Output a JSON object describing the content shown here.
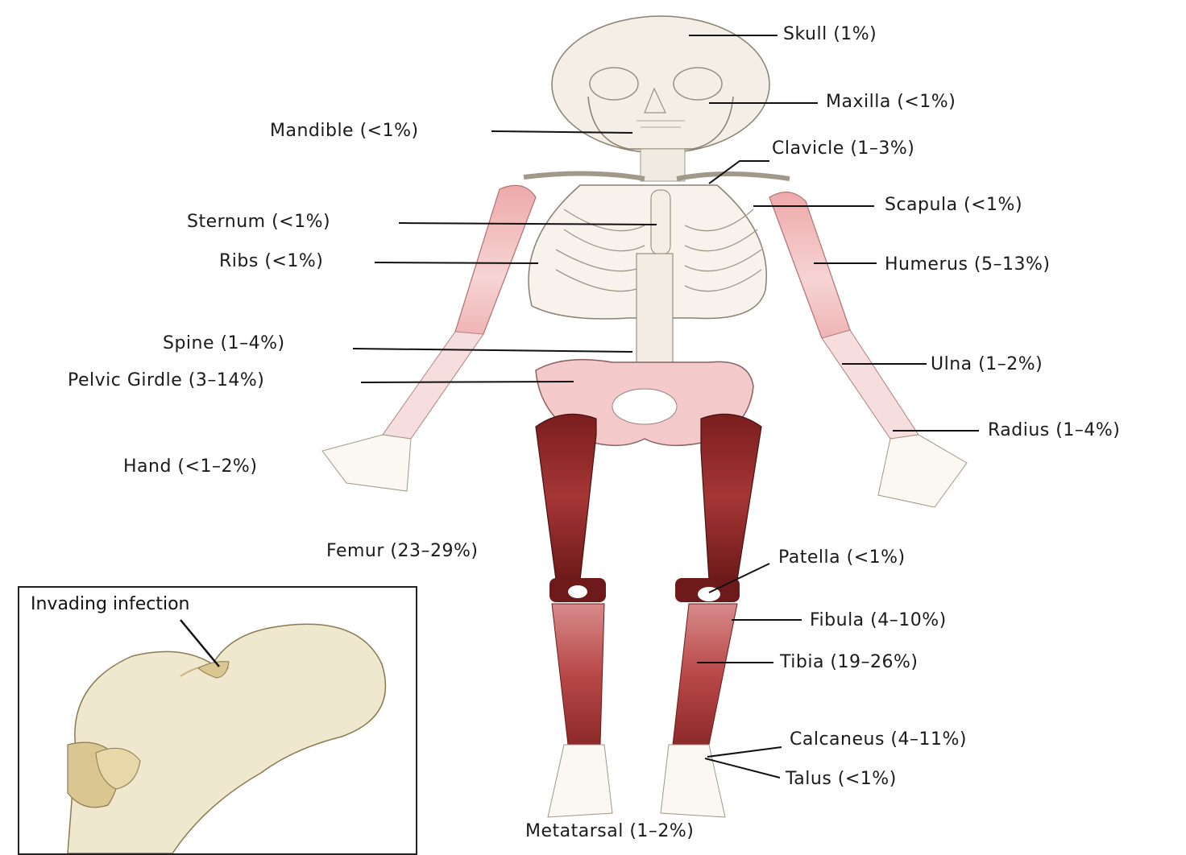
{
  "labels": {
    "skull": "Skull (1%)",
    "maxilla": "Maxilla (<1%)",
    "mandible": "Mandible (<1%)",
    "clavicle": "Clavicle (1–3%)",
    "scapula": "Scapula (<1%)",
    "sternum": "Sternum (<1%)",
    "ribs": "Ribs (<1%)",
    "humerus": "Humerus (5–13%)",
    "spine": "Spine (1–4%)",
    "ulna": "Ulna (1–2%)",
    "pelvic_girdle": "Pelvic Girdle (3–14%)",
    "radius": "Radius (1–4%)",
    "hand": "Hand (<1–2%)",
    "femur": "Femur (23–29%)",
    "patella": "Patella (<1%)",
    "fibula": "Fibula (4–10%)",
    "tibia": "Tibia (19–26%)",
    "calcaneus": "Calcaneus (4–11%)",
    "talus": "Talus (<1%)",
    "metatarsal": "Metatarsal (1–2%)"
  },
  "inset": {
    "title": "Invading infection"
  },
  "colors": {
    "bone_white": "#f3efe6",
    "bone_outline": "#8a8070",
    "moderate_pink": "#efb8b8",
    "dark_red": "#8c2424",
    "deep_red": "#5e1414",
    "inset_bone": "#f0e7cf",
    "inset_shade": "#d9c690"
  }
}
